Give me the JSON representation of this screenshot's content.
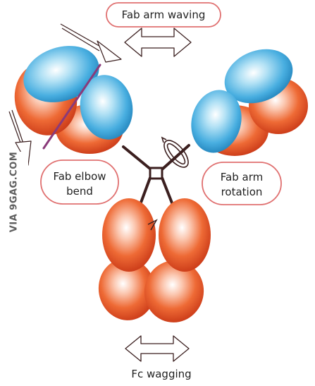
{
  "labels": {
    "fab_arm_waving": "Fab arm waving",
    "fab_elbow_bend_line1": "Fab elbow",
    "fab_elbow_bend_line2": "bend",
    "fab_arm_rotation_line1": "Fab arm",
    "fab_arm_rotation_line2": "rotation",
    "fc_wagging": "Fc wagging"
  },
  "watermark": "VIA 9GAG.COM",
  "colors": {
    "heavy_chain": "#e8552a",
    "light_chain": "#3ea6d8",
    "label_border": "#e07070",
    "hinge": "#3b1f1f",
    "elbow_line": "#8a3a7a"
  }
}
